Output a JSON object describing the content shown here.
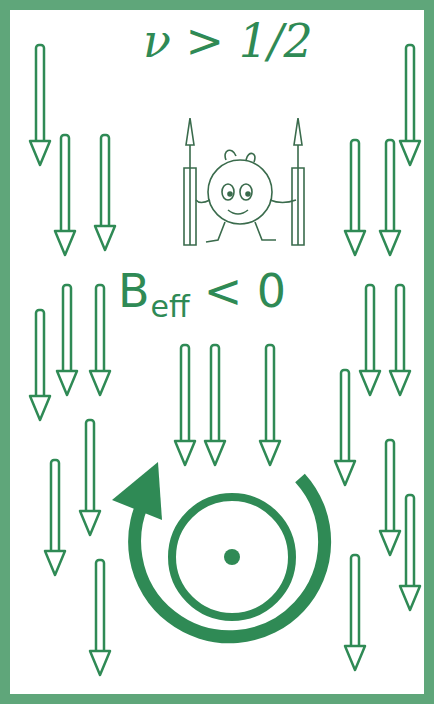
{
  "diagram": {
    "labels": [
      "ν > 1/2",
      "B",
      "eff",
      "< 0"
    ]
  }
}
